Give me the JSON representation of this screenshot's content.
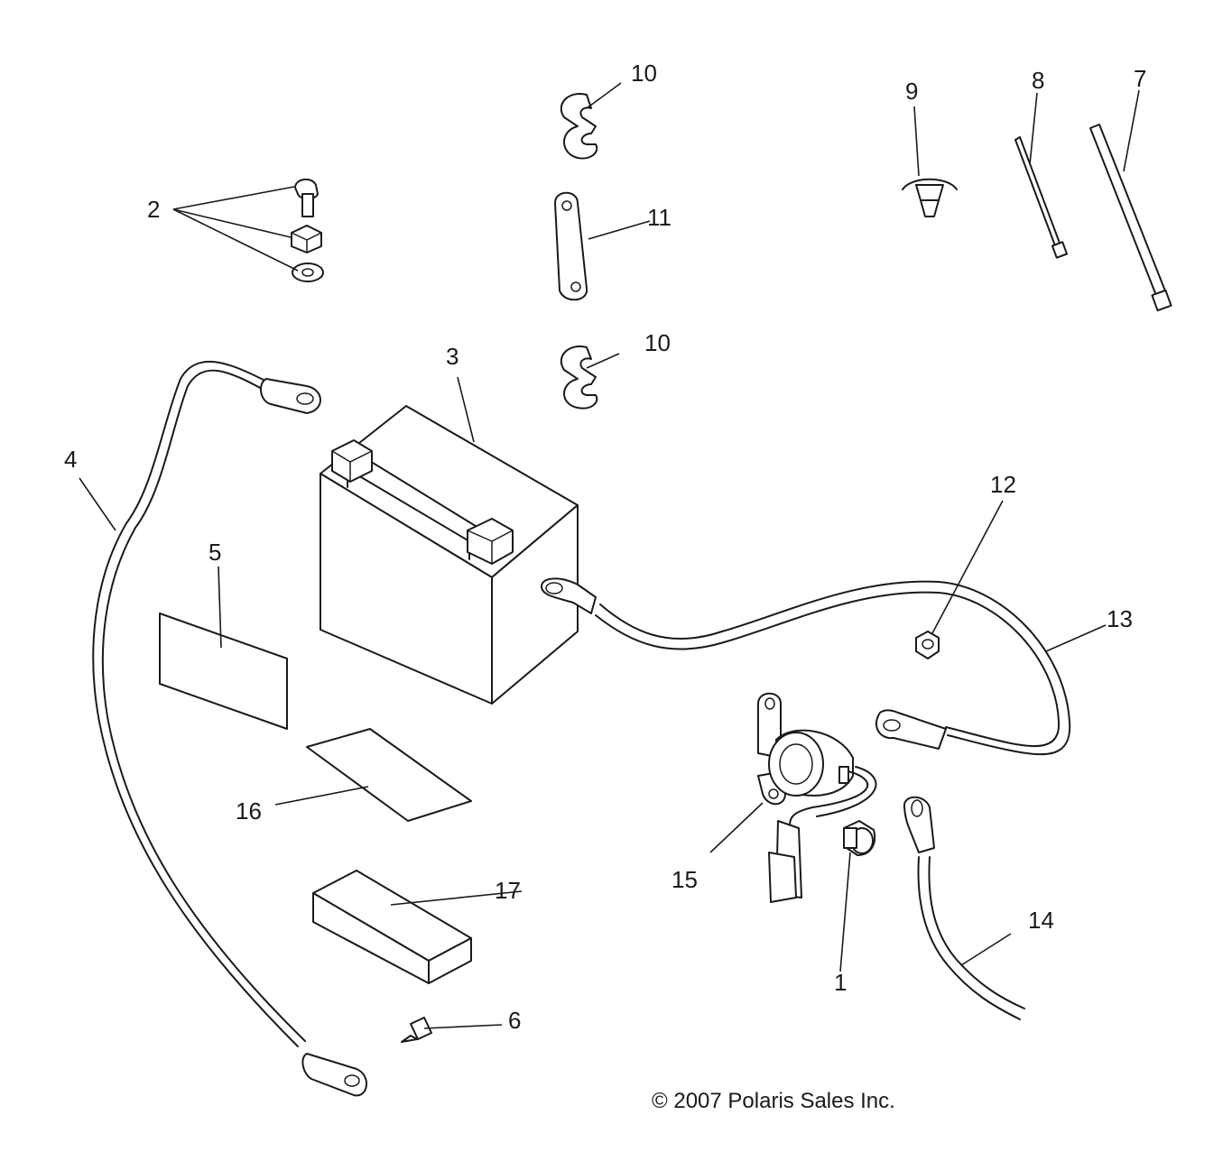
{
  "callouts": {
    "c1": "1",
    "c2": "2",
    "c3": "3",
    "c4": "4",
    "c5": "5",
    "c6": "6",
    "c7": "7",
    "c8": "8",
    "c9": "9",
    "c10a": "10",
    "c10b": "10",
    "c11": "11",
    "c12": "12",
    "c13": "13",
    "c14": "14",
    "c15": "15",
    "c16": "16",
    "c17": "17"
  },
  "copyright": "© 2007 Polaris Sales Inc."
}
